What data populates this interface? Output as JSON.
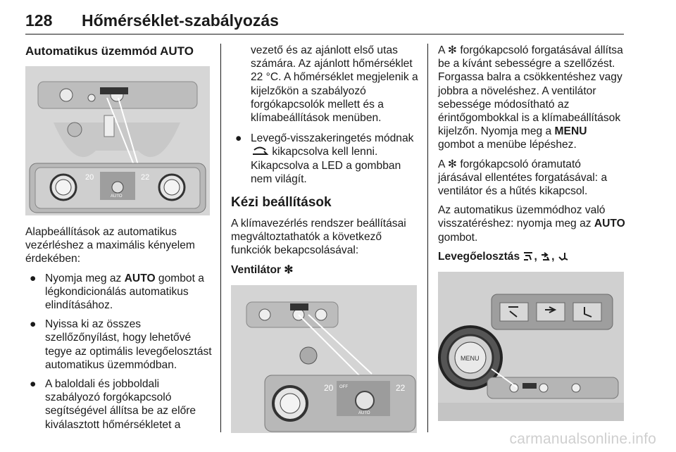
{
  "header": {
    "page_number": "128",
    "chapter_title": "Hőmérséklet-szabályozás"
  },
  "col1": {
    "heading": "Automatikus üzemmód AUTO",
    "photo_labels": {
      "temp_left": "20",
      "temp_right": "22",
      "auto": "AUTO"
    },
    "intro": "Alapbeállítások az automatikus vezérléshez a maximális kényelem érdekében:",
    "bullets": [
      {
        "pre": "Nyomja meg az ",
        "bold": "AUTO",
        "post": " gombot a légkondicionálás automatikus elindításához."
      },
      {
        "text": "Nyissa ki az összes szellőzőnyílást, hogy lehetővé tegye az optimális levegőelosztást automatikus üzemmódban."
      },
      {
        "text": "A baloldali és jobboldali szabályozó forgókapcsoló segítségével állítsa be az előre kiválasztott hőmérsékletet a"
      }
    ]
  },
  "col2": {
    "continued": "vezető és az ajánlott első utas számára. Az ajánlott hőmérséklet 22 °C. A hőmérséklet megjelenik a kijelzőkön a szabályozó forgókapcsolók mellett és a klímabeállítások menüben.",
    "bullet_recirc_a": "Levegő-visszakeringetés módnak",
    "bullet_recirc_b": "kikapcsolva kell lenni. Kikapcsolva a LED a gombban nem világít.",
    "heading_manual": "Kézi beállítások",
    "manual_intro": "A klímavezérlés rendszer beállításai megváltoztathatók a következő funkciók bekapcsolásával:",
    "fan_heading": "Ventilátor",
    "fan_icon": "fan-icon",
    "photo_labels": {
      "temp_left": "20",
      "temp_right": "22",
      "off": "OFF",
      "auto": "AUTO"
    }
  },
  "col3": {
    "p1_a": "A",
    "p1_b": "forgókapcsoló forgatásával állítsa be a kívánt sebességre a szellőzést. Forgassa balra a csökkentéshez vagy jobbra a növeléshez. A ventilátor sebessége módosítható az érintőgombokkal is a klímabeállítások kijelzőn. Nyomja meg a",
    "p1_bold": "MENU",
    "p1_c": "gombot a menübe lépéshez.",
    "p2_a": "A",
    "p2_b": "forgókapcsoló óramutató járásával ellentétes forgatásával: a ventilátor és a hűtés kikapcsol.",
    "p3_a": "Az automatikus üzemmódhoz való visszatéréshez: nyomja meg az",
    "p3_bold": "AUTO",
    "p3_b": "gombot.",
    "dist_heading": "Levegőelosztás",
    "photo_labels": {
      "menu": "MENU"
    }
  },
  "watermark": "carmanualsonline.info",
  "colors": {
    "text": "#1a1a1a",
    "photo_bg": "#d8d8d8",
    "rule": "#1a1a1a"
  }
}
